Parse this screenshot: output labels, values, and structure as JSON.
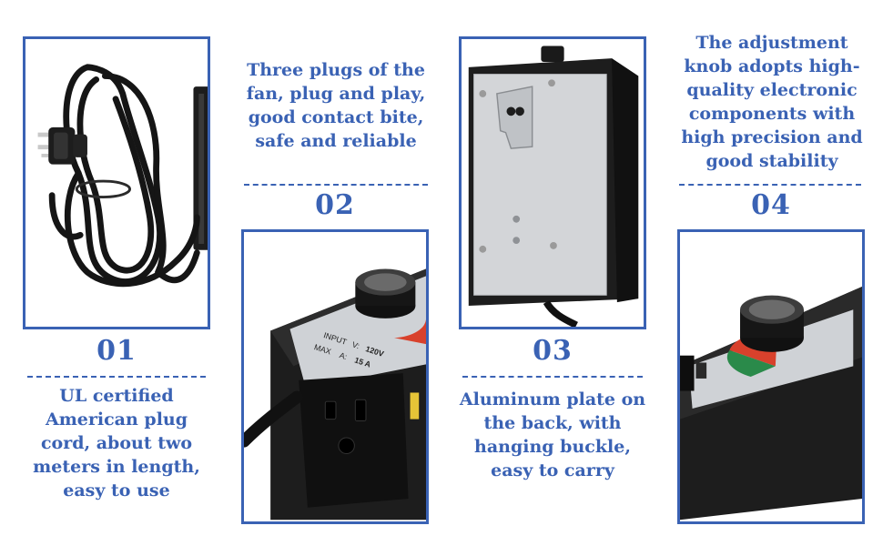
{
  "panels": [
    {
      "number": "01",
      "caption": "UL certified American plug cord, about two meters in length, easy to use",
      "image": "power-cord-photo"
    },
    {
      "number": "02",
      "caption": "Three plugs of the fan, plug and play, good contact bite, safe and reliable",
      "image": "outlet-photo",
      "device_text": {
        "input_label": "INPUT",
        "v_label": "V:",
        "volts": "120V",
        "max_label": "MAX",
        "a_label": "A:",
        "amps": "15 A"
      }
    },
    {
      "number": "03",
      "caption": "Aluminum plate on the back, with hanging buckle, easy to carry",
      "image": "back-plate-photo"
    },
    {
      "number": "04",
      "caption": "The adjustment knob adopts high-quality electronic components with high precision and good stability",
      "image": "knob-photo"
    }
  ],
  "colors": {
    "accent": "#3a62b4",
    "body_black": "#1d1d1d",
    "plate_silver": "#cfd2d6",
    "dial_red": "#d8412c",
    "dial_green": "#2a8a4a"
  }
}
